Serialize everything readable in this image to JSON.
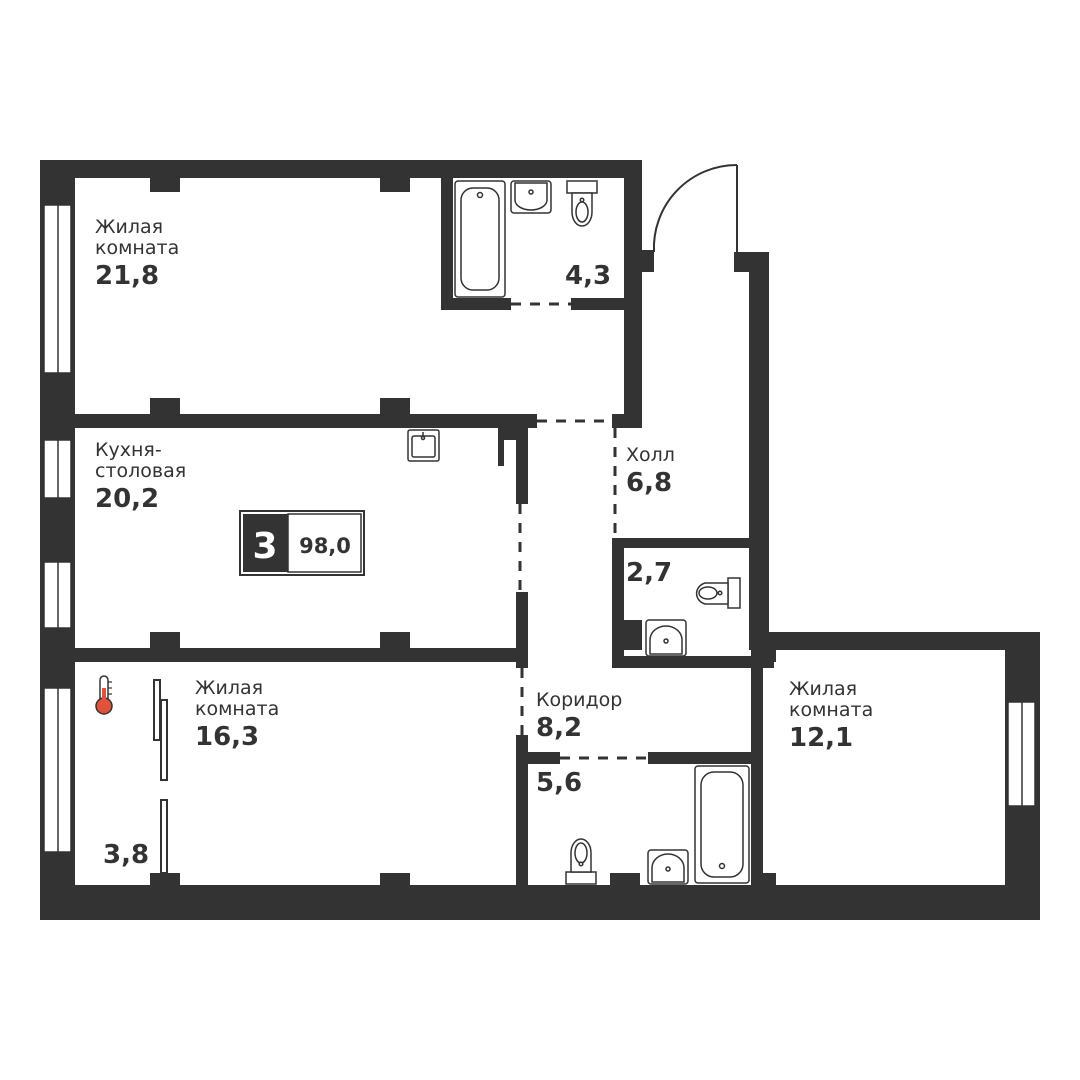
{
  "colors": {
    "wall": "#333333",
    "bg": "#ffffff",
    "thermo": "#e0523a"
  },
  "badge": {
    "rooms": "3",
    "total_area": "98,0"
  },
  "rooms": {
    "living1": {
      "name_line1": "Жилая",
      "name_line2": "комната",
      "area": "21,8"
    },
    "bath1": {
      "area": "4,3"
    },
    "kitchen": {
      "name_line1": "Кухня-",
      "name_line2": "столовая",
      "area": "20,2"
    },
    "hall": {
      "name": "Холл",
      "area": "6,8"
    },
    "wc": {
      "area": "2,7"
    },
    "living2": {
      "name_line1": "Жилая",
      "name_line2": "комната",
      "area": "16,3"
    },
    "loggia": {
      "area": "3,8"
    },
    "corridor": {
      "name": "Коридор",
      "area": "8,2"
    },
    "bath2": {
      "area": "5,6"
    },
    "living3": {
      "name_line1": "Жилая",
      "name_line2": "комната",
      "area": "12,1"
    }
  },
  "icons": [
    "bathtub-icon",
    "sink-icon",
    "toilet-icon",
    "kitchen-sink-icon",
    "thermometer-icon",
    "door-swing-icon"
  ]
}
